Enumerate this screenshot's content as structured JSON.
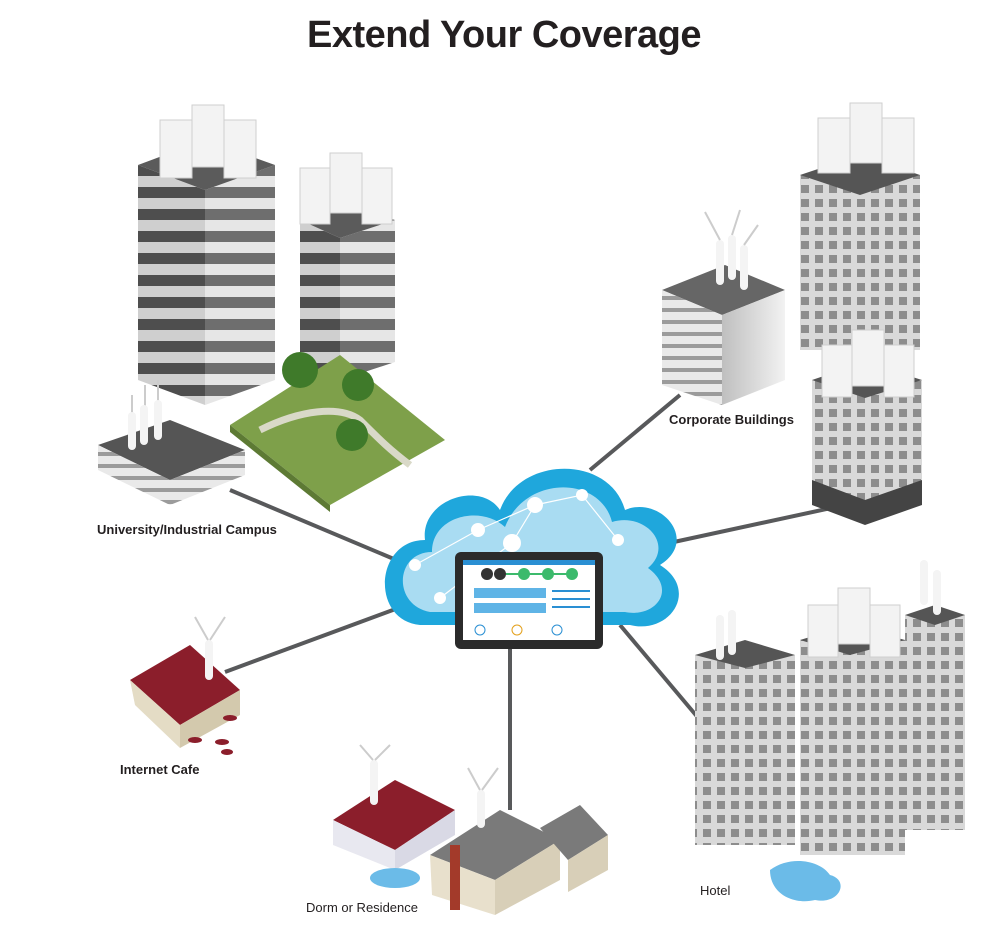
{
  "title": "Extend Your Coverage",
  "locations": [
    {
      "id": "campus",
      "label": "University/Industrial Campus"
    },
    {
      "id": "corporate",
      "label": "Corporate Buildings"
    },
    {
      "id": "cafe",
      "label": "Internet Cafe"
    },
    {
      "id": "dorm",
      "label": "Dorm or Residence"
    },
    {
      "id": "hotel",
      "label": "Hotel"
    }
  ],
  "colors": {
    "cloud": "#1fa7dc",
    "cloud_inner": "#a9dcf2",
    "line": "#58595b",
    "roof_red": "#8b1e2b",
    "grass": "#7ea04a",
    "water": "#6bbbe8"
  }
}
